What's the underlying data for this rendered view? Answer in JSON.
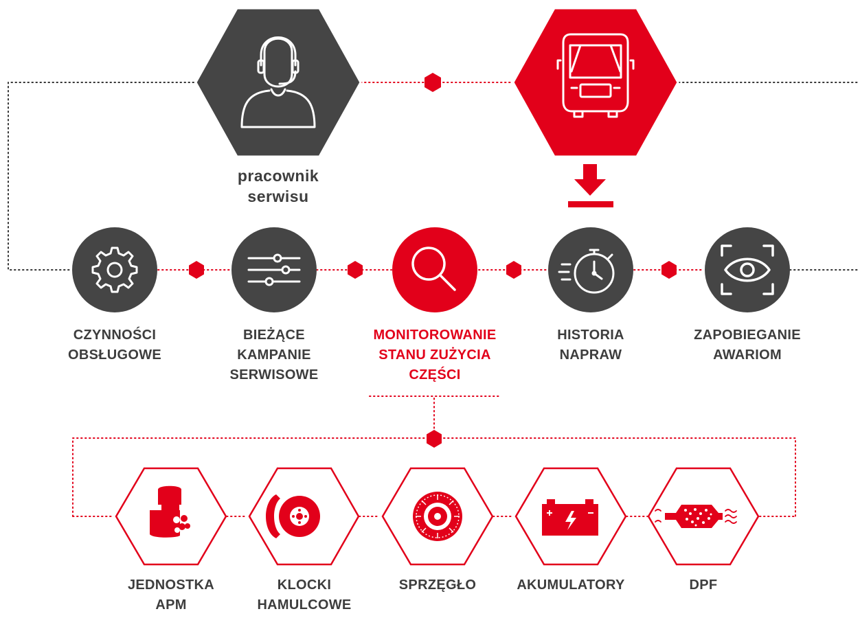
{
  "colors": {
    "red": "#e2001a",
    "dark": "#454545",
    "text": "#3d3d3d",
    "dots": "#333333"
  },
  "top": {
    "staff": {
      "icon": "headset-person-icon",
      "label_lines": [
        "pracownik",
        "serwisu"
      ]
    },
    "truck": {
      "icon": "truck-front-icon"
    },
    "download": {
      "icon": "download-arrow-icon"
    }
  },
  "services": [
    {
      "icon": "gear-icon",
      "label_lines": [
        "CZYNNOŚCI",
        "OBSŁUGOWE"
      ],
      "highlighted": false
    },
    {
      "icon": "sliders-icon",
      "label_lines": [
        "BIEŻĄCE",
        "KAMPANIE",
        "SERWISOWE"
      ],
      "highlighted": false
    },
    {
      "icon": "search-icon",
      "label_lines": [
        "MONITOROWANIE",
        "STANU ZUŻYCIA",
        "CZĘŚCI"
      ],
      "highlighted": true
    },
    {
      "icon": "stopwatch-icon",
      "label_lines": [
        "HISTORIA",
        "NAPRAW"
      ],
      "highlighted": false
    },
    {
      "icon": "eye-scan-icon",
      "label_lines": [
        "ZAPOBIEGANIE",
        "AWARIOM"
      ],
      "highlighted": false
    }
  ],
  "parts": [
    {
      "icon": "apm-unit-icon",
      "label_lines": [
        "JEDNOSTKA",
        "APM"
      ]
    },
    {
      "icon": "brake-disc-icon",
      "label_lines": [
        "KLOCKI",
        "HAMULCOWE"
      ]
    },
    {
      "icon": "clutch-disc-icon",
      "label_lines": [
        "SPRZĘGŁO"
      ]
    },
    {
      "icon": "battery-icon",
      "label_lines": [
        "AKUMULATORY"
      ]
    },
    {
      "icon": "dpf-filter-icon",
      "label_lines": [
        "DPF"
      ]
    }
  ]
}
